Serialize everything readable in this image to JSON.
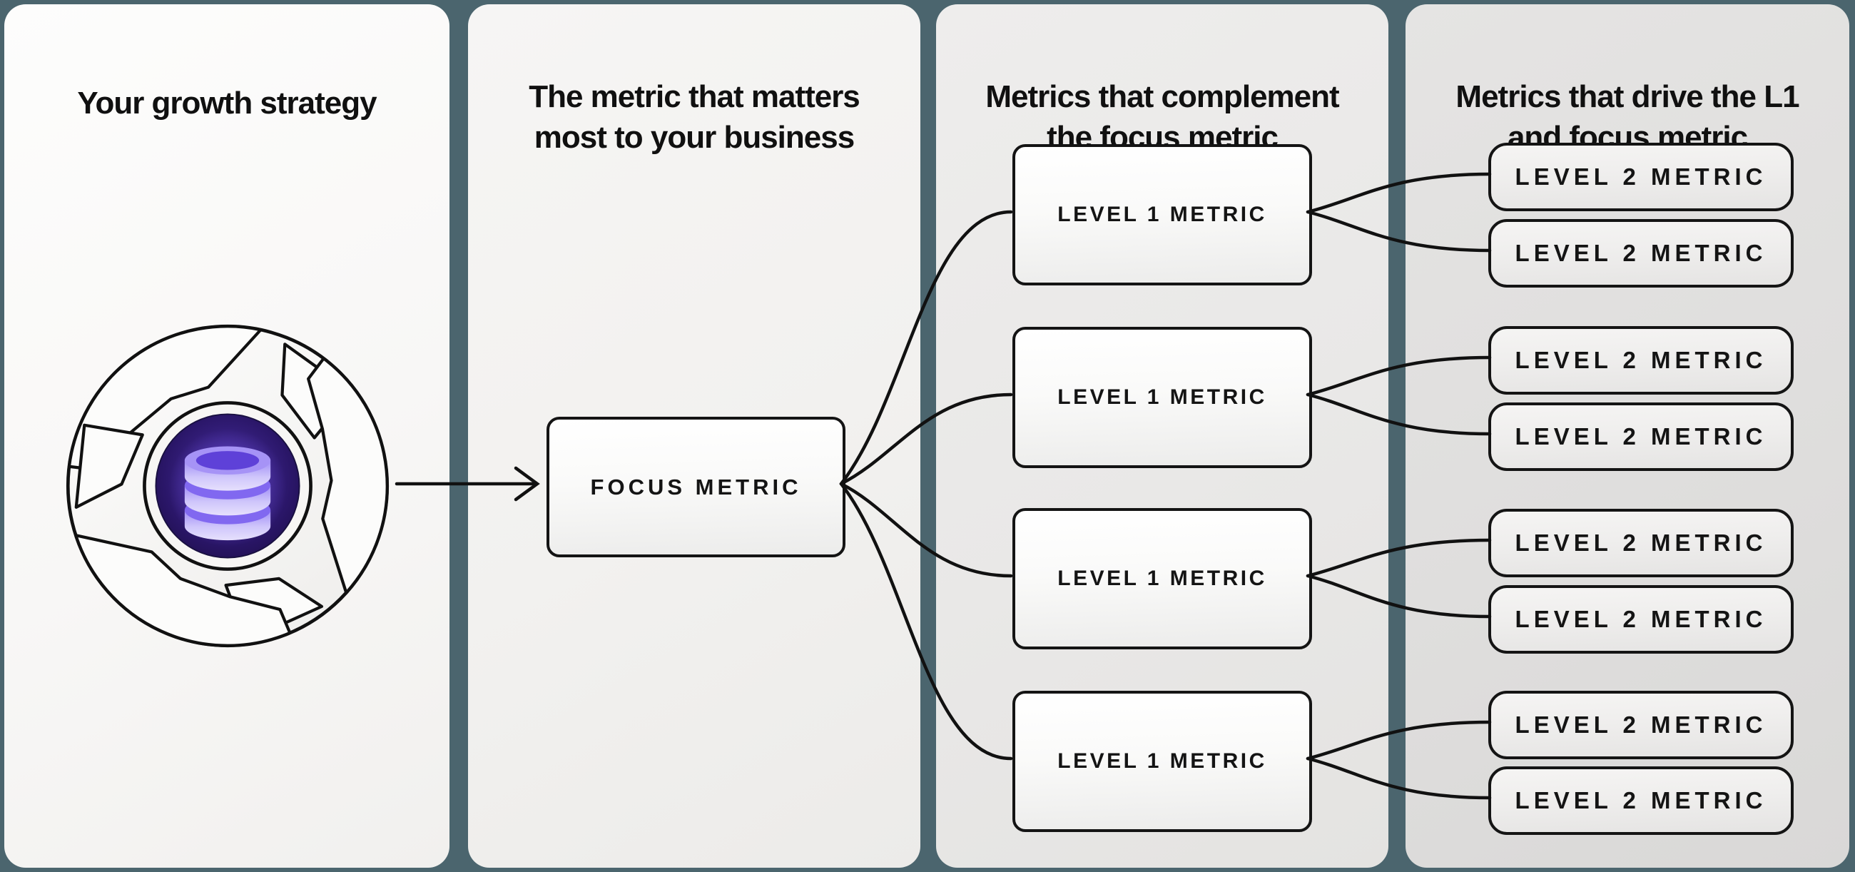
{
  "diagram_title": "Growth strategy metrics tree",
  "colors": {
    "background": "#4B656E",
    "panel_light": "#F6F5F4",
    "panel_dark": "#DFDEDD",
    "node_border": "#141414",
    "connector": "#111111",
    "accent_purple": "#7A60EE",
    "disc_purple": "#2A1668"
  },
  "panels": [
    {
      "title_lines": [
        "Your growth strategy"
      ]
    },
    {
      "title_lines": [
        "The metric that matters",
        "most to your business"
      ]
    },
    {
      "title_lines": [
        "Metrics that complement",
        "the focus metric"
      ]
    },
    {
      "title_lines": [
        "Metrics that drive the L1",
        "and focus metric"
      ]
    }
  ],
  "icons": {
    "flywheel": "flywheel-database-icon"
  },
  "nodes": {
    "focus": {
      "label": "FOCUS METRIC"
    },
    "l1": [
      {
        "label": "LEVEL 1 METRIC"
      },
      {
        "label": "LEVEL 1 METRIC"
      },
      {
        "label": "LEVEL 1 METRIC"
      },
      {
        "label": "LEVEL 1 METRIC"
      }
    ],
    "l2": [
      {
        "label": "LEVEL 2 METRIC"
      },
      {
        "label": "LEVEL 2 METRIC"
      },
      {
        "label": "LEVEL 2 METRIC"
      },
      {
        "label": "LEVEL 2 METRIC"
      },
      {
        "label": "LEVEL 2 METRIC"
      },
      {
        "label": "LEVEL 2 METRIC"
      },
      {
        "label": "LEVEL 2 METRIC"
      },
      {
        "label": "LEVEL 2 METRIC"
      }
    ]
  }
}
